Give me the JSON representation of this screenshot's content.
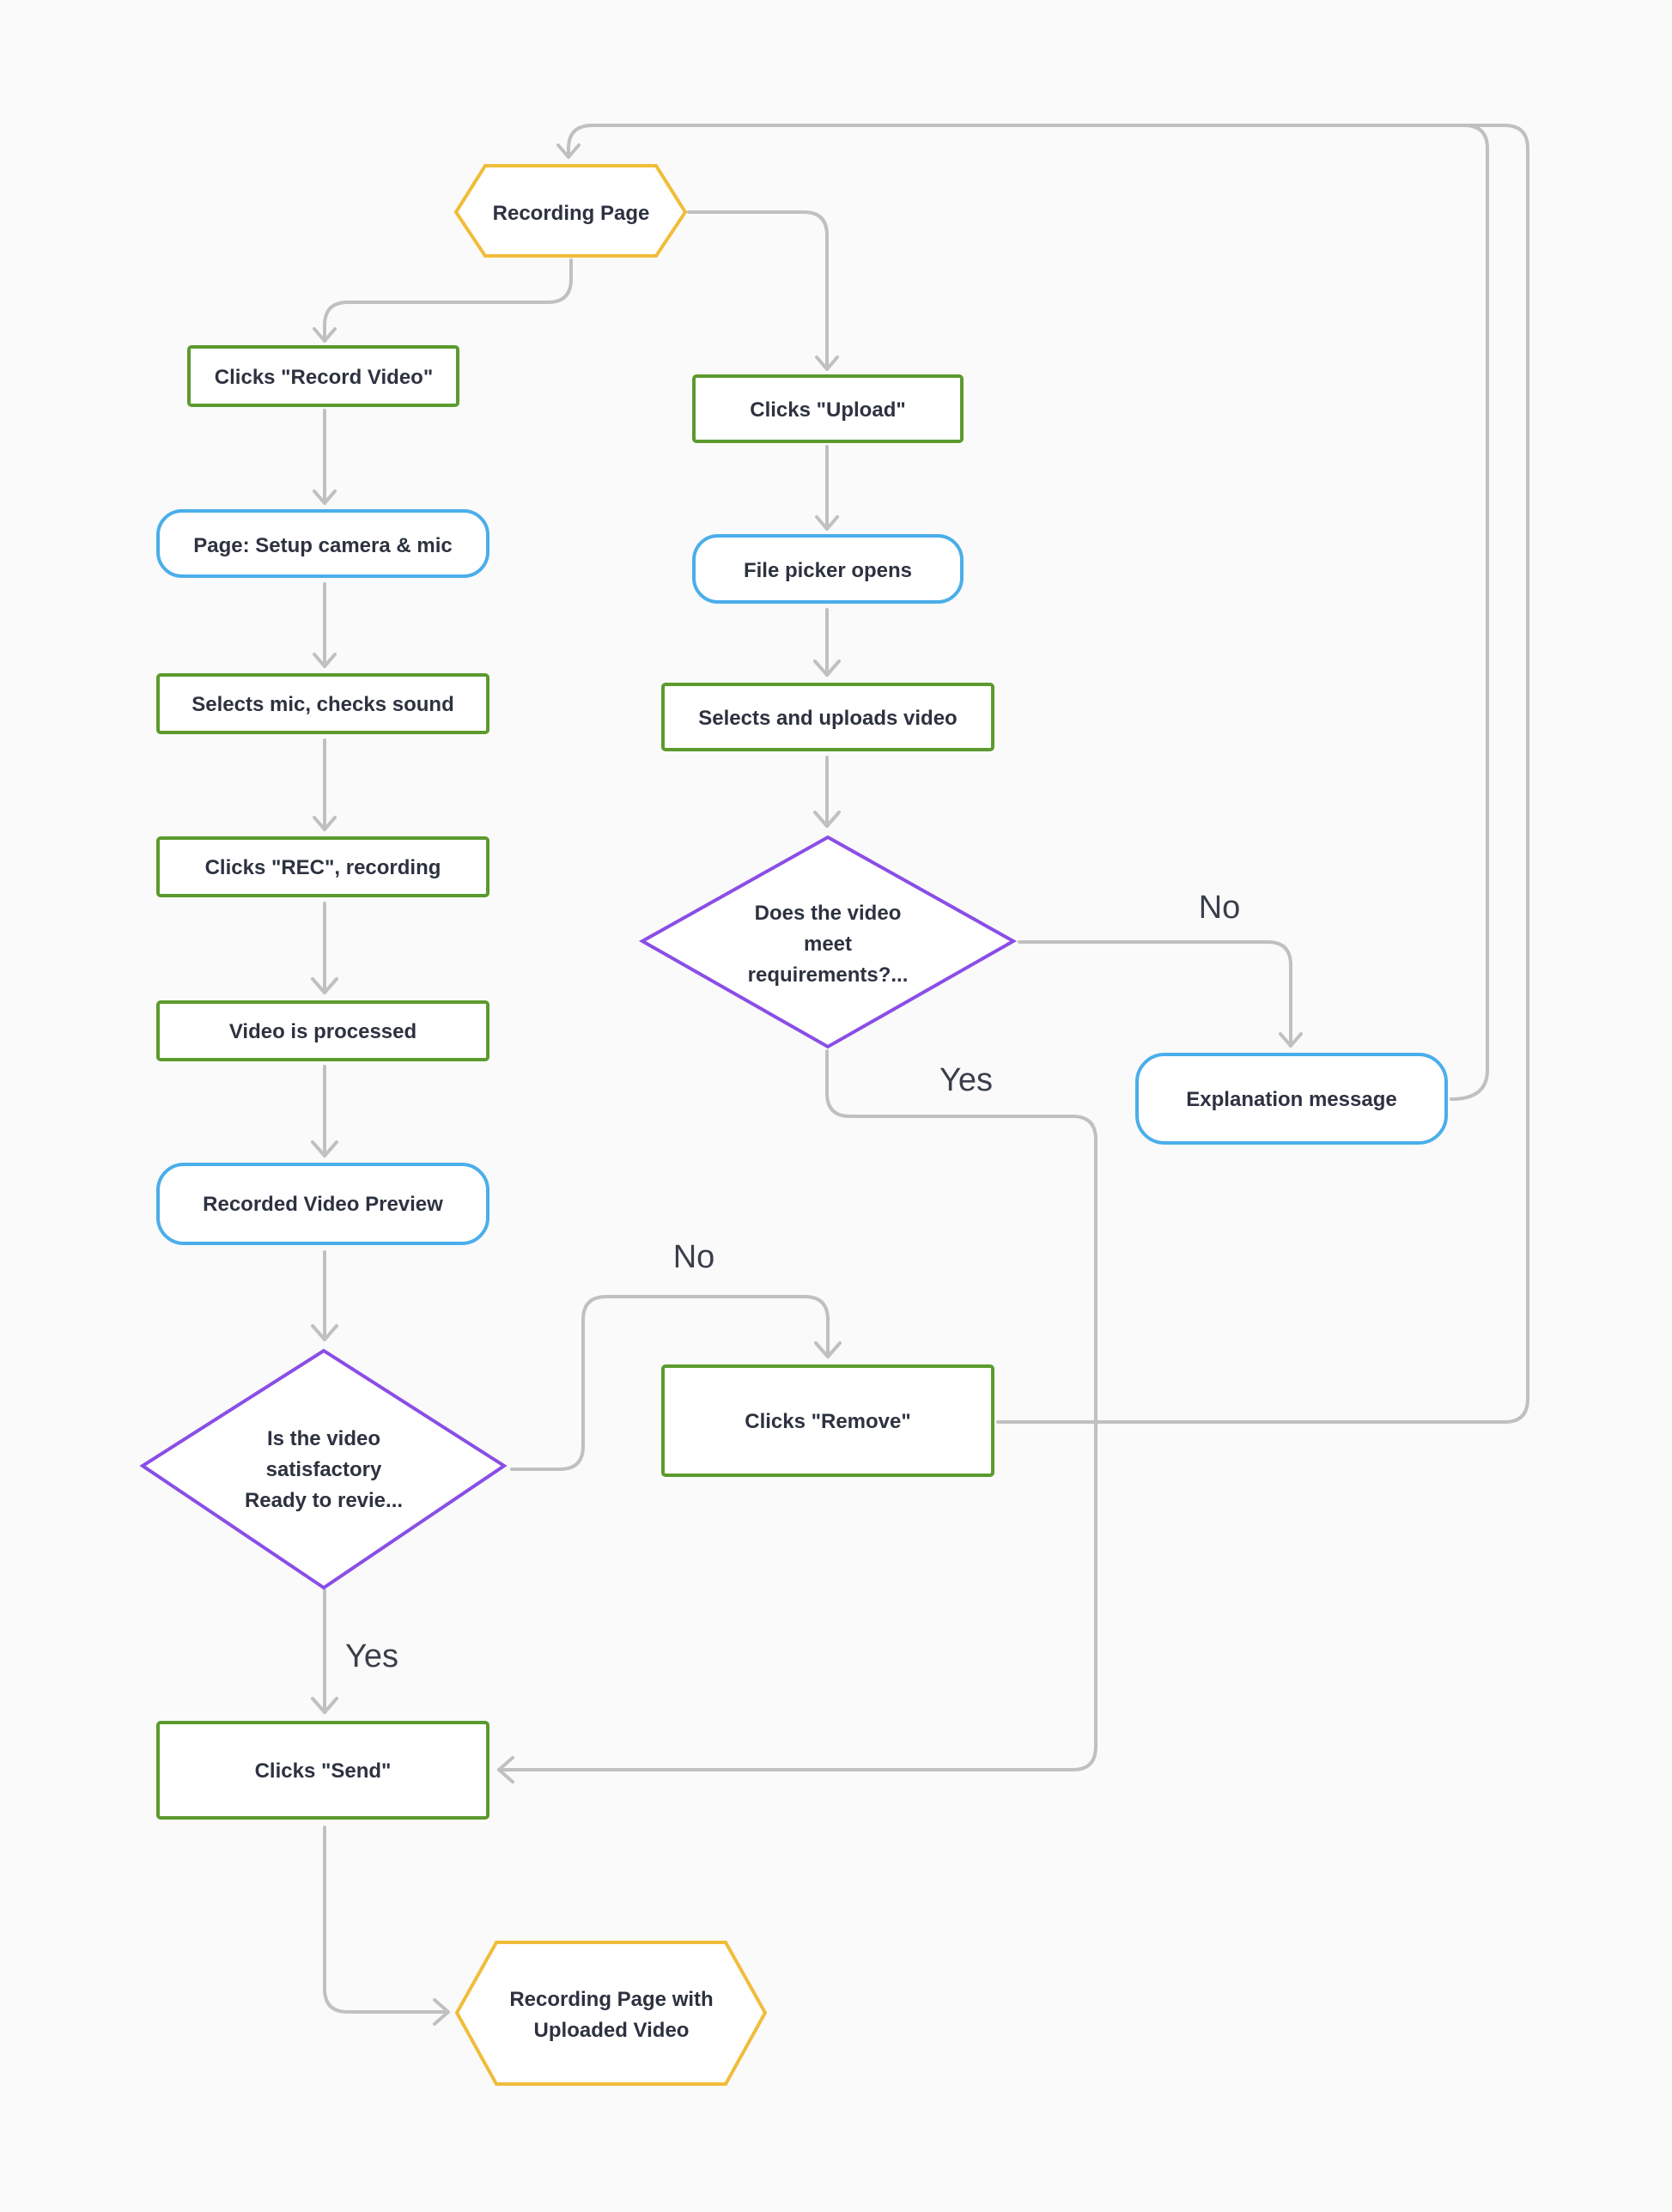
{
  "colors": {
    "terminal": "#f0bd3a",
    "action": "#5c9a2e",
    "screen": "#4aaeea",
    "decision": "#8a4ee6",
    "edge": "#c0c0c0",
    "background": "#fafafa"
  },
  "nodes": {
    "recording_page": {
      "lines": [
        "Recording Page"
      ]
    },
    "clicks_record": {
      "lines": [
        "Clicks \"Record Video\""
      ]
    },
    "setup_camera": {
      "lines": [
        "Page: Setup camera & mic"
      ]
    },
    "selects_mic": {
      "lines": [
        "Selects mic, checks sound"
      ]
    },
    "clicks_rec": {
      "lines": [
        "Clicks \"REC\", recording"
      ]
    },
    "video_processed": {
      "lines": [
        "Video is processed"
      ]
    },
    "recorded_preview": {
      "lines": [
        "Recorded Video Preview"
      ]
    },
    "is_satisfactory": {
      "lines": [
        "Is the video",
        "satisfactory",
        "Ready to revie..."
      ]
    },
    "clicks_send": {
      "lines": [
        "Clicks \"Send\""
      ]
    },
    "recording_page_uploaded": {
      "lines": [
        "Recording Page with",
        "Uploaded Video"
      ]
    },
    "clicks_upload": {
      "lines": [
        "Clicks \"Upload\""
      ]
    },
    "file_picker": {
      "lines": [
        "File picker opens"
      ]
    },
    "selects_uploads": {
      "lines": [
        "Selects and uploads video"
      ]
    },
    "meets_requirements": {
      "lines": [
        "Does the video",
        "meet",
        "requirements?..."
      ]
    },
    "explanation": {
      "lines": [
        "Explanation message"
      ]
    },
    "clicks_remove": {
      "lines": [
        "Clicks \"Remove\""
      ]
    }
  },
  "edge_labels": {
    "requirements_no": "No",
    "requirements_yes": "Yes",
    "satisfactory_no": "No",
    "satisfactory_yes": "Yes"
  }
}
